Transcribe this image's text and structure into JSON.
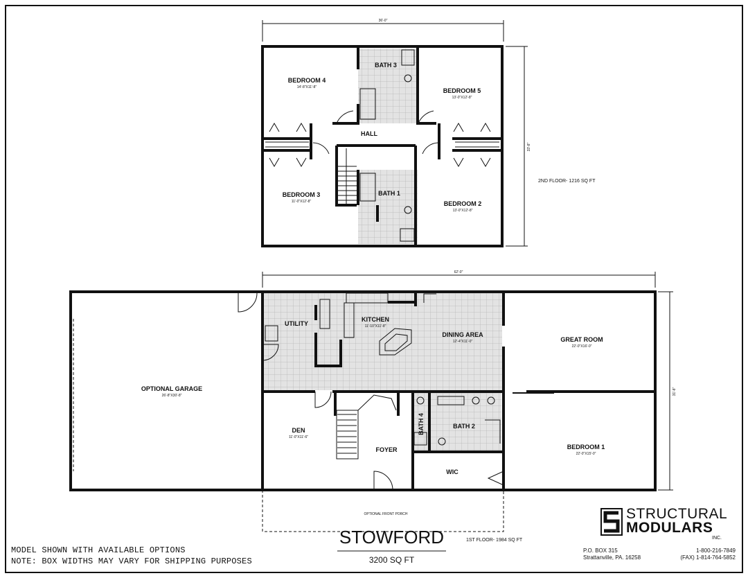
{
  "upper_floor": {
    "overall_width": "36'-0\"",
    "overall_depth": "33'-8\"",
    "area_label": "2ND FLOOR- 1216 SQ FT",
    "rooms": {
      "bedroom4": {
        "name": "BEDROOM 4",
        "dims": "14'-8\"X11'-8\""
      },
      "bath3": {
        "name": "BATH 3"
      },
      "bedroom5": {
        "name": "BEDROOM 5",
        "dims": "13'-0\"X12'-8\""
      },
      "hall": {
        "name": "HALL"
      },
      "bedroom3": {
        "name": "BEDROOM 3",
        "dims": "11'-0\"X12'-8\""
      },
      "bath1": {
        "name": "BATH 1"
      },
      "bedroom2": {
        "name": "BEDROOM 2",
        "dims": "13'-0\"X12'-8\""
      }
    }
  },
  "main_floor": {
    "overall_width": "62'-0\"",
    "overall_depth": "31'-8\"",
    "area_label": "1ST FLOOR- 1984 SQ FT",
    "rooms": {
      "garage": {
        "name": "OPTIONAL GARAGE",
        "dims": "26'-8\"X30'-8\""
      },
      "utility": {
        "name": "UTILITY"
      },
      "kitchen": {
        "name": "KITCHEN",
        "dims": "11'-10\"X11'-8\""
      },
      "dining": {
        "name": "DINING AREA",
        "dims": "12'-4\"X11'-0\""
      },
      "great_room": {
        "name": "GREAT ROOM",
        "dims": "22'-0\"X16'-0\""
      },
      "den": {
        "name": "DEN",
        "dims": "11'-0\"X11'-6\""
      },
      "foyer": {
        "name": "FOYER"
      },
      "bath4": {
        "name": "BATH 4"
      },
      "bath2": {
        "name": "BATH 2"
      },
      "wic": {
        "name": "WIC"
      },
      "bedroom1": {
        "name": "BEDROOM 1",
        "dims": "22'-0\"X15'-0\""
      },
      "porch": {
        "name": "OPTIONAL FRONT PORCH"
      }
    }
  },
  "plan": {
    "name": "STOWFORD",
    "total_area": "3200 SQ FT",
    "notes": [
      "MODEL SHOWN WITH AVAILABLE OPTIONS",
      "NOTE:  BOX WIDTHS MAY VARY FOR SHIPPING PURPOSES"
    ]
  },
  "company": {
    "name_line1": "STRUCTURAL",
    "name_line2": "MODULARS",
    "suffix": "INC.",
    "po_box": "P.O. BOX 315",
    "city": "Strattanville, PA.  16258",
    "phone": "1-800-216-7849",
    "fax": "(FAX) 1-814-764-5852"
  },
  "colors": {
    "line": "#111111",
    "tile": "#d9d9d9"
  }
}
